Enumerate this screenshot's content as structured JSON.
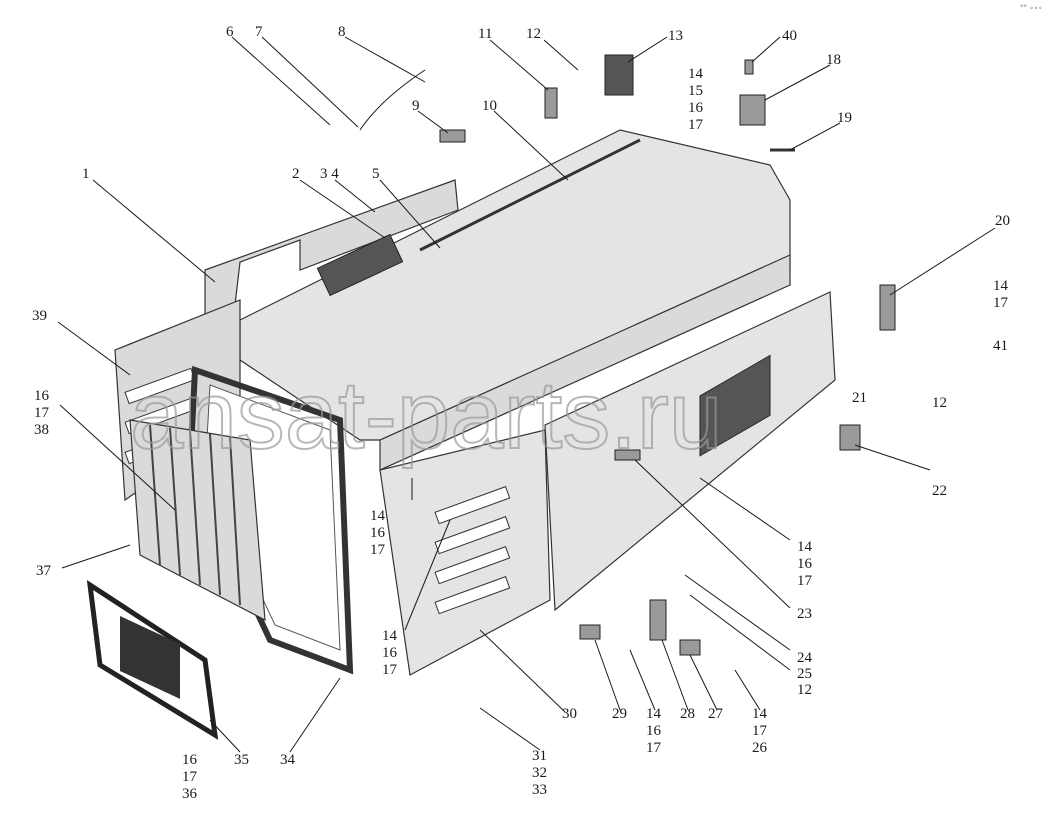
{
  "watermark": "ansat-parts.ru",
  "corner_mark": "°° ∘∘∘",
  "callouts": [
    {
      "id": "c6",
      "lines": [
        "6"
      ]
    },
    {
      "id": "c7",
      "lines": [
        "7"
      ]
    },
    {
      "id": "c8",
      "lines": [
        "8"
      ]
    },
    {
      "id": "c9",
      "lines": [
        "9"
      ]
    },
    {
      "id": "c10",
      "lines": [
        "10"
      ]
    },
    {
      "id": "c11",
      "lines": [
        "11"
      ]
    },
    {
      "id": "c12a",
      "lines": [
        "12"
      ]
    },
    {
      "id": "c13",
      "lines": [
        "13"
      ]
    },
    {
      "id": "c14a",
      "lines": [
        "14",
        "15",
        "16",
        "17"
      ]
    },
    {
      "id": "c40",
      "lines": [
        "40"
      ]
    },
    {
      "id": "c18",
      "lines": [
        "18"
      ]
    },
    {
      "id": "c19",
      "lines": [
        "19"
      ]
    },
    {
      "id": "c1",
      "lines": [
        "1"
      ]
    },
    {
      "id": "c2",
      "lines": [
        "2"
      ]
    },
    {
      "id": "c34",
      "lines": [
        "3 4"
      ]
    },
    {
      "id": "c5",
      "lines": [
        "5"
      ]
    },
    {
      "id": "c20",
      "lines": [
        "20"
      ]
    },
    {
      "id": "c14b",
      "lines": [
        "14",
        "17"
      ]
    },
    {
      "id": "c41",
      "lines": [
        "41"
      ]
    },
    {
      "id": "c39",
      "lines": [
        "39"
      ]
    },
    {
      "id": "c16a",
      "lines": [
        "16",
        "17",
        "38"
      ]
    },
    {
      "id": "c21",
      "lines": [
        "21"
      ]
    },
    {
      "id": "c12b",
      "lines": [
        "12"
      ]
    },
    {
      "id": "c22",
      "lines": [
        "22"
      ]
    },
    {
      "id": "c14c",
      "lines": [
        "14",
        "16",
        "17"
      ]
    },
    {
      "id": "c14d",
      "lines": [
        "14",
        "16",
        "17"
      ]
    },
    {
      "id": "c37",
      "lines": [
        "37"
      ]
    },
    {
      "id": "c23",
      "lines": [
        "23"
      ]
    },
    {
      "id": "c24",
      "lines": [
        "24"
      ]
    },
    {
      "id": "c25",
      "lines": [
        "25"
      ]
    },
    {
      "id": "c12c",
      "lines": [
        "12"
      ]
    },
    {
      "id": "c14e",
      "lines": [
        "14",
        "16",
        "17"
      ]
    },
    {
      "id": "c30",
      "lines": [
        "30"
      ]
    },
    {
      "id": "c29",
      "lines": [
        "29"
      ]
    },
    {
      "id": "c14f",
      "lines": [
        "14",
        "16",
        "17"
      ]
    },
    {
      "id": "c28",
      "lines": [
        "28"
      ]
    },
    {
      "id": "c27",
      "lines": [
        "27"
      ]
    },
    {
      "id": "c14g",
      "lines": [
        "14",
        "17",
        "26"
      ]
    },
    {
      "id": "c35",
      "lines": [
        "35"
      ]
    },
    {
      "id": "c34b",
      "lines": [
        "34"
      ]
    },
    {
      "id": "c31",
      "lines": [
        "31",
        "32",
        "33"
      ]
    },
    {
      "id": "c16b",
      "lines": [
        "16",
        "17",
        "36"
      ]
    }
  ]
}
